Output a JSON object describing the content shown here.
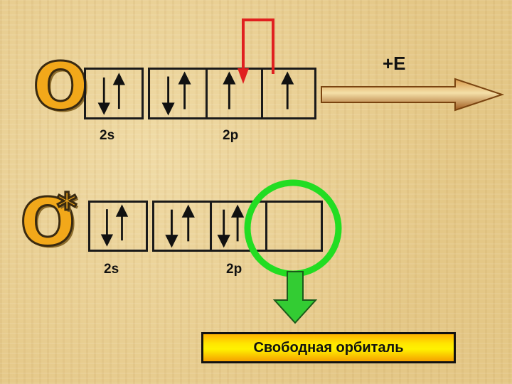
{
  "ground_state": {
    "element": "O",
    "sublevel_s": "2s",
    "sublevel_p": "2p"
  },
  "excited_state": {
    "element": "O",
    "mark": "*",
    "sublevel_s": "2s",
    "sublevel_p": "2p"
  },
  "energy_label": "+E",
  "free_orbital_label": "Свободная орбиталь",
  "colors": {
    "highlight_circle": "#22dd22",
    "transfer_arrow": "#e02020",
    "energy_arrow": "#c87830",
    "down_arrow": "#33cc33"
  }
}
